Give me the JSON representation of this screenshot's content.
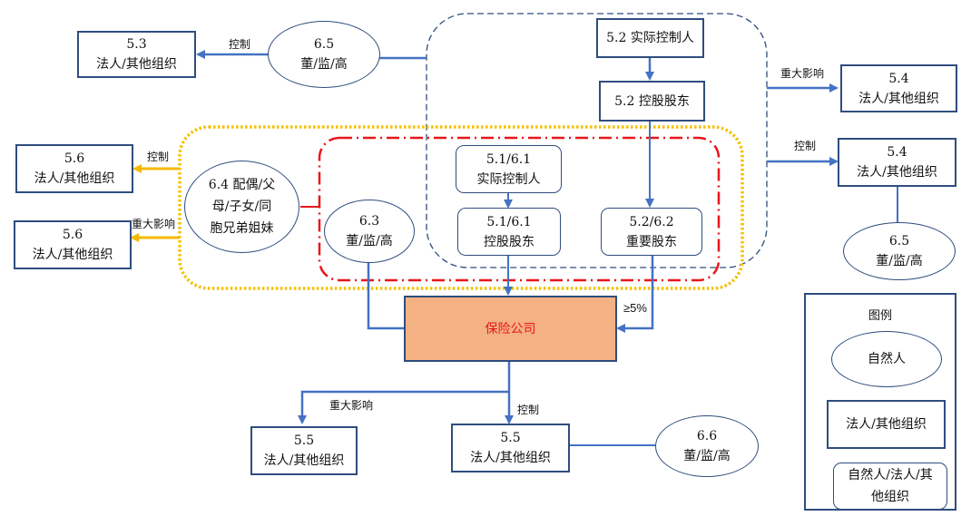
{
  "colors": {
    "node_border": "#2f4d7e",
    "arrow_blue": "#4472c4",
    "arrow_gold": "#f5b800",
    "group_gold": "#f5c000",
    "group_red": "#e8161b",
    "group_navy": "#2f4d7e",
    "company_fill": "#f4b183",
    "company_text": "#e8161b"
  },
  "nodes": {
    "n53": {
      "code": "5.3",
      "text": "法人/其他组织"
    },
    "n65_top": {
      "code": "6.5",
      "text": "董/监/高"
    },
    "n52_actual": {
      "text": "5.2 实际控制人"
    },
    "n52_holding": {
      "text": "5.2 控股股东"
    },
    "n54_a": {
      "code": "5.4",
      "text": "法人/其他组织"
    },
    "n54_b": {
      "code": "5.4",
      "text": "法人/其他组织"
    },
    "n65_right": {
      "code": "6.5",
      "text": "董/监/高"
    },
    "n56_a": {
      "code": "5.6",
      "text": "法人/其他组织"
    },
    "n56_b": {
      "code": "5.6",
      "text": "法人/其他组织"
    },
    "n64": {
      "lines": [
        "6.4 配偶/父",
        "母/子女/同",
        "胞兄弟姐妹"
      ]
    },
    "n63": {
      "code": "6.3",
      "text": "董/监/高"
    },
    "n51_actual": {
      "code": "5.1/6.1",
      "text": "实际控制人"
    },
    "n51_holding": {
      "code": "5.1/6.1",
      "text": "控股股东"
    },
    "n52_major": {
      "code": "5.2/6.2",
      "text": "重要股东"
    },
    "company": {
      "text": "保险公司"
    },
    "n55_a": {
      "code": "5.5",
      "text": "法人/其他组织"
    },
    "n55_b": {
      "code": "5.5",
      "text": "法人/其他组织"
    },
    "n66": {
      "code": "6.6",
      "text": "董/监/高"
    }
  },
  "edge_labels": {
    "control_53": "控制",
    "major_54": "重大影响",
    "control_54": "控制",
    "control_56": "控制",
    "major_56": "重大影响",
    "threshold": "≥5%",
    "major_55": "重大影响",
    "control_55": "控制"
  },
  "legend": {
    "title": "图例",
    "natural_person": "自然人",
    "legal_entity": "法人/其他组织",
    "either_lines": [
      "自然人/法人/其",
      "他组织"
    ]
  }
}
